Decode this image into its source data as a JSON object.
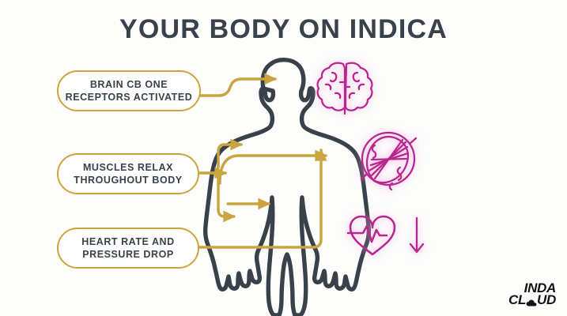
{
  "page": {
    "title": "YOUR BODY ON INDICA",
    "background_color": "#fdfdfc"
  },
  "colors": {
    "title_text": "#39424b",
    "body_outline": "#39424b",
    "connector_gold": "#c9a43f",
    "callout_border": "#c9a43f",
    "callout_text": "#39424b",
    "icon_magenta": "#b8268f",
    "icon_glow": "#f2a6dc",
    "logo_text": "#111316"
  },
  "callouts": [
    {
      "id": "brain",
      "name": "brain-callout",
      "line1": "BRAIN CB ONE",
      "line2": "RECEPTORS ACTIVATED",
      "target": "head",
      "icon": "brain-icon"
    },
    {
      "id": "muscle",
      "name": "muscle-callout",
      "line1": "MUSCLES RELAX",
      "line2": "THROUGHOUT BODY",
      "target": "shoulder-chest-arm-thigh",
      "icon": "muscle-fiber-icon"
    },
    {
      "id": "heart",
      "name": "heart-callout",
      "line1": "HEART RATE AND",
      "line2": "PRESSURE DROP",
      "target": "chest",
      "icon": "heart-pulse-icon"
    }
  ],
  "icons": [
    {
      "name": "brain-icon",
      "label": "brain",
      "color": "#b8268f"
    },
    {
      "name": "muscle-fiber-icon",
      "label": "muscle fiber in circle",
      "color": "#b8268f"
    },
    {
      "name": "heart-pulse-icon",
      "label": "heart with ekg pulse line",
      "color": "#b8268f"
    },
    {
      "name": "down-arrow-icon",
      "label": "downward arrow",
      "color": "#b8268f"
    }
  ],
  "figure": {
    "name": "human-body-silhouette",
    "label": "human body outline"
  },
  "logo": {
    "line1": "INDA",
    "line2_pre": "CL",
    "line2_post": "UD",
    "glyph": "cloud-icon"
  }
}
